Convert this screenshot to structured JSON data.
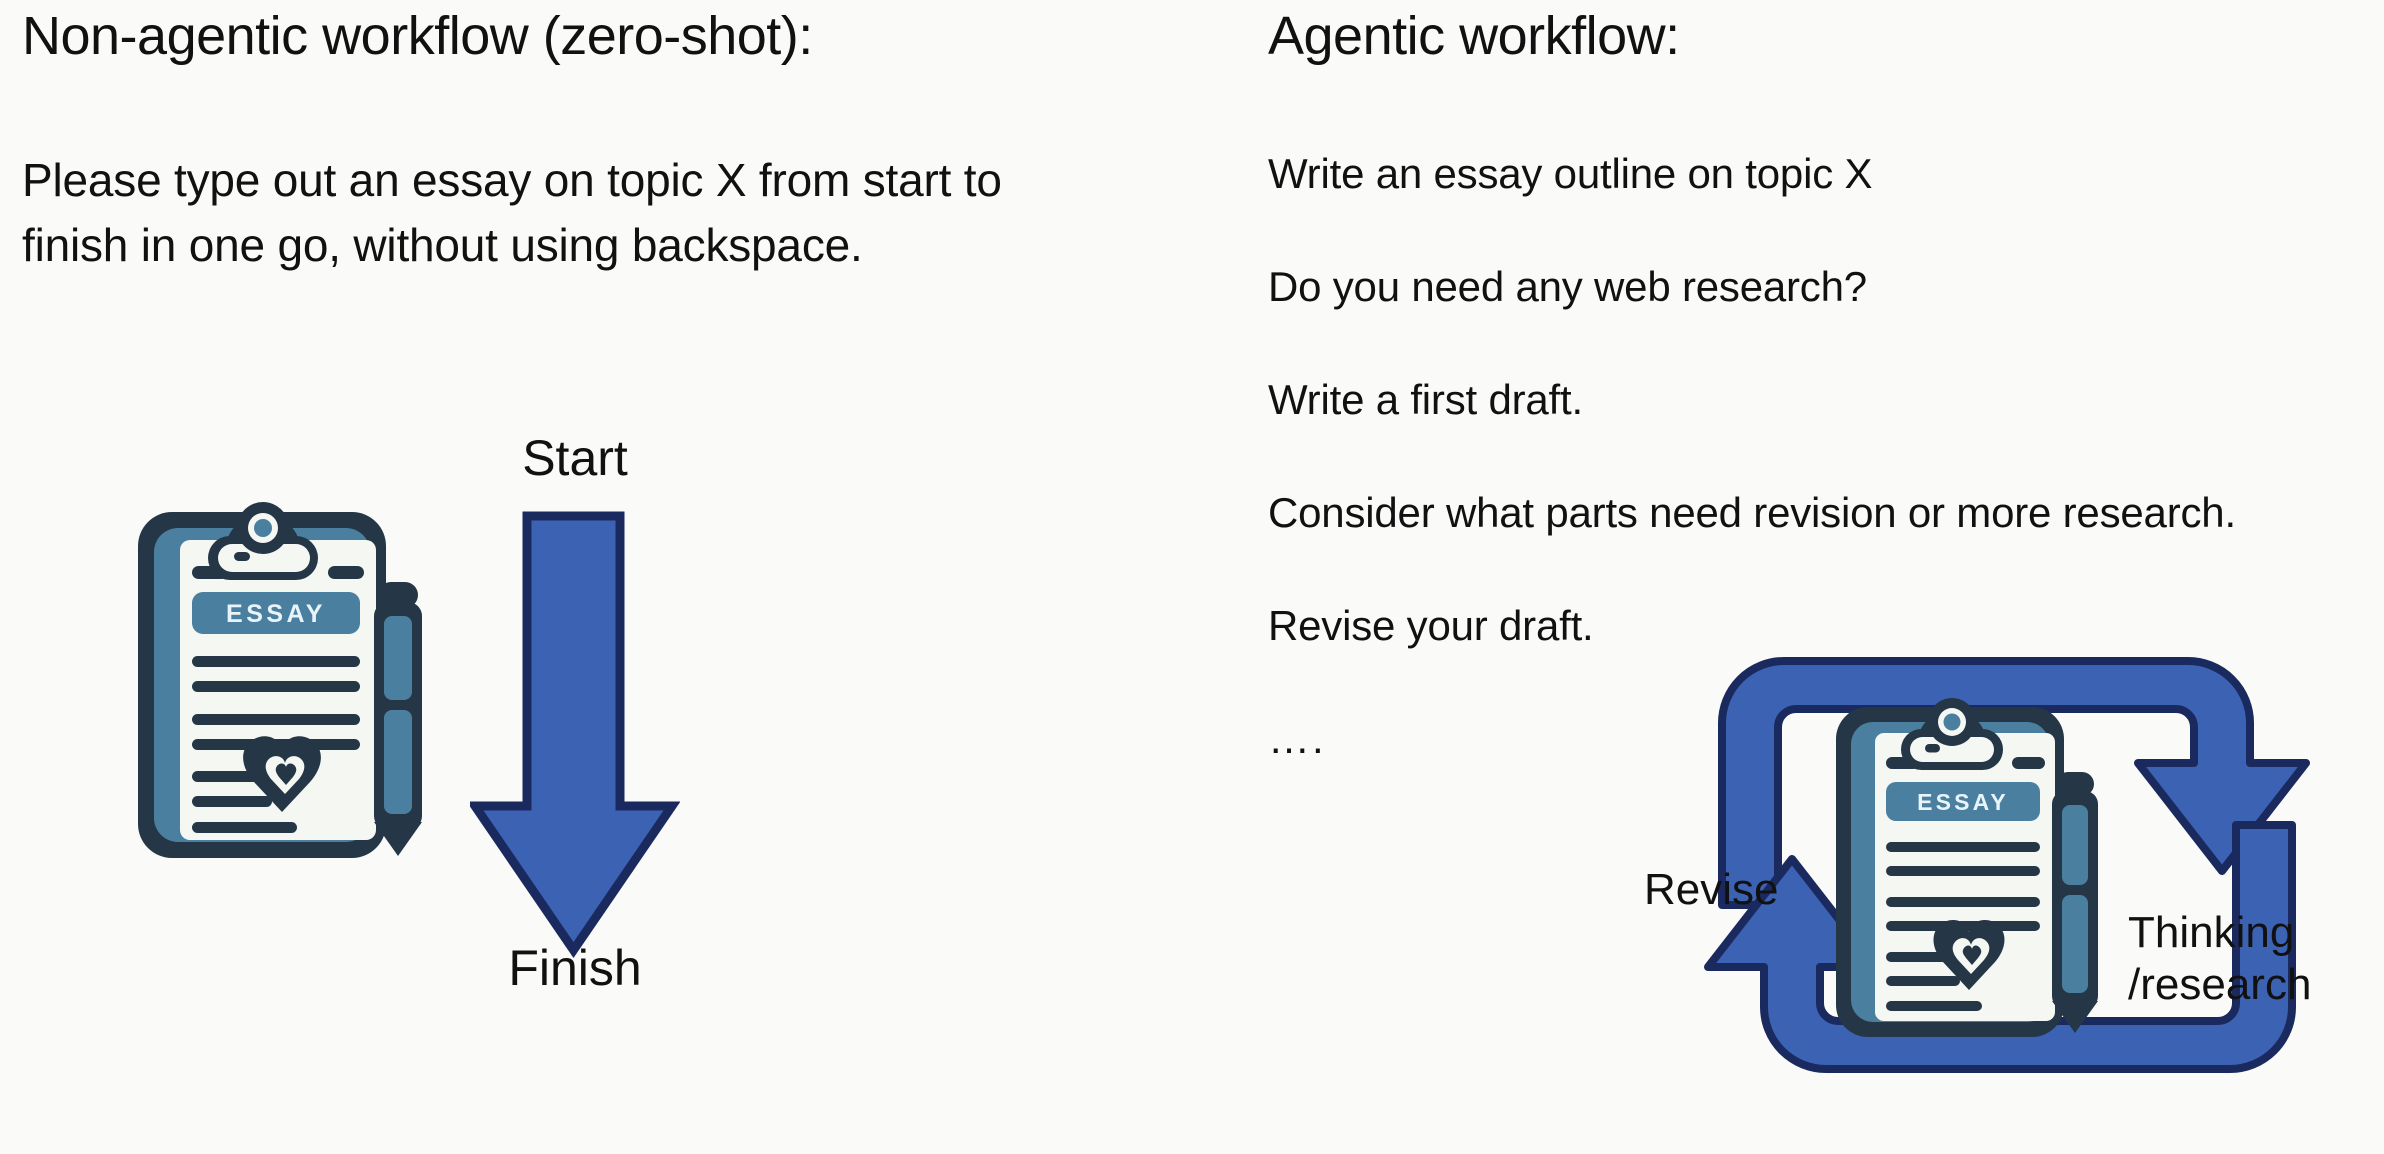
{
  "left_column": {
    "heading": "Non-agentic workflow (zero-shot):",
    "prompt": "Please type out an essay on topic X from start to finish in one go, without using backspace.",
    "flow": {
      "start_label": "Start",
      "finish_label": "Finish",
      "arrow_icon": "down-arrow-icon",
      "clipboard_icon": "essay-clipboard-icon",
      "clipboard_badge": "ESSAY"
    }
  },
  "right_column": {
    "heading": "Agentic workflow:",
    "steps": [
      "Write an essay outline on topic X",
      "Do you need any web research?",
      "Write a first draft.",
      "Consider what parts need revision or more research.",
      "Revise your draft.",
      "…."
    ],
    "cycle": {
      "revise_label": "Revise",
      "thinking_label": "Thinking\n/research",
      "thinking_label_line1": "Thinking",
      "thinking_label_line2": "/research",
      "loop_icon": "circular-loop-arrows-icon",
      "clipboard_icon": "essay-clipboard-icon",
      "clipboard_badge": "ESSAY"
    }
  },
  "colors": {
    "background": "#FAFBF9",
    "arrow_blue_fill": "#3C62B4",
    "arrow_blue_stroke": "#1B2A5E",
    "clipboard_dark": "#253746",
    "clipboard_mid_blue": "#4A7FA0",
    "clipboard_badge_blue": "#4A7FA0",
    "clipboard_paper": "#F5F7F2",
    "text": "#111111"
  }
}
